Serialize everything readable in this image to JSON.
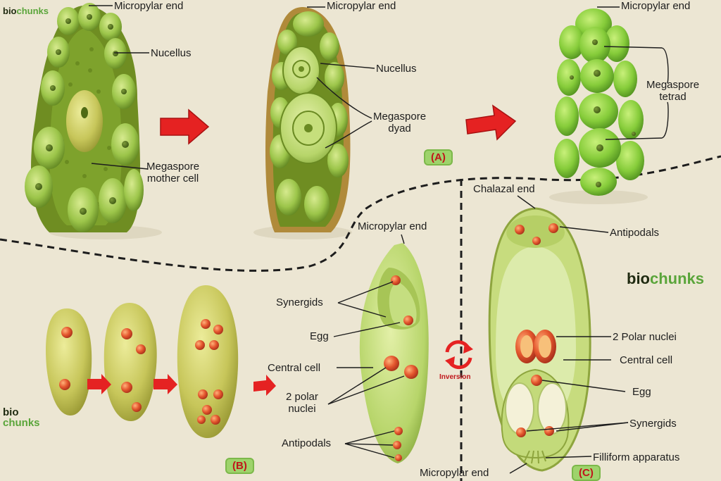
{
  "brand": {
    "logo_prefix": "bio",
    "logo_suffix": "chunks",
    "logo_vertical_prefix": "bio",
    "logo_vertical_suffix": "chunks"
  },
  "panel_a": {
    "badge": "(A)",
    "stage1": {
      "micropylar_end": "Micropylar end",
      "nucellus": "Nucellus",
      "megaspore_mother_cell_line1": "Megaspore",
      "megaspore_mother_cell_line2": "mother cell"
    },
    "stage2": {
      "micropylar_end": "Micropylar end",
      "nucellus": "Nucellus",
      "megaspore_dyad_line1": "Megaspore",
      "megaspore_dyad_line2": "dyad"
    },
    "stage3": {
      "micropylar_end": "Micropylar end",
      "megaspore_tetrad_line1": "Megaspore",
      "megaspore_tetrad_line2": "tetrad"
    }
  },
  "panel_b": {
    "badge": "(B)",
    "micropylar_end": "Micropylar end",
    "synergids": "Synergids",
    "egg": "Egg",
    "central_cell": "Central cell",
    "polar_nuclei_line1": "2 polar",
    "polar_nuclei_line2": "nuclei",
    "antipodals": "Antipodals"
  },
  "inversion": {
    "label": "Inversion"
  },
  "panel_c": {
    "badge": "(C)",
    "chalazal_end": "Chalazal end",
    "antipodals": "Antipodals",
    "polar_nuclei": "2 Polar nuclei",
    "central_cell": "Central cell",
    "egg": "Egg",
    "synergids": "Synergids",
    "filliform_apparatus": "Filliform apparatus",
    "micropylar_end": "Micropylar end"
  },
  "colors": {
    "background": "#ece6d3",
    "cell_green": "#9cc54a",
    "dark_green": "#5e7f1e",
    "arrow_red": "#e52222",
    "nucleus_orange": "#e4572e",
    "badge_green": "#9ed36b"
  }
}
